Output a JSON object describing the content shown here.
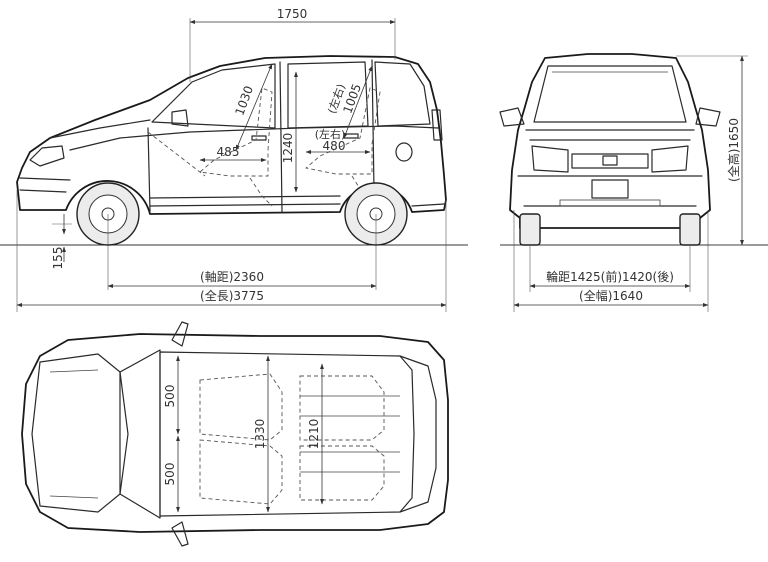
{
  "dimensions": {
    "overall_width_top": "1750",
    "wheelbase": "(軸距)2360",
    "overall_length": "(全長)3775",
    "ground_clearance": "155",
    "interior_height": "1240",
    "front_seat_depth": "485",
    "rear_seat_depth": "480",
    "rear_seat_depth_note": "(左右)",
    "front_headroom": "1030",
    "rear_headroom": "1005",
    "rear_headroom_note": "(左右)",
    "overall_height": "(全高)1650",
    "track": "輪距1425(前)1420(後)",
    "overall_width": "(全幅)1640",
    "top_seat_width_upper": "500",
    "top_seat_width_lower": "500",
    "cabin_width_front": "1330",
    "cabin_width_rear": "1210"
  },
  "views": {
    "side": "side-view",
    "front": "front-view",
    "top": "top-view"
  }
}
